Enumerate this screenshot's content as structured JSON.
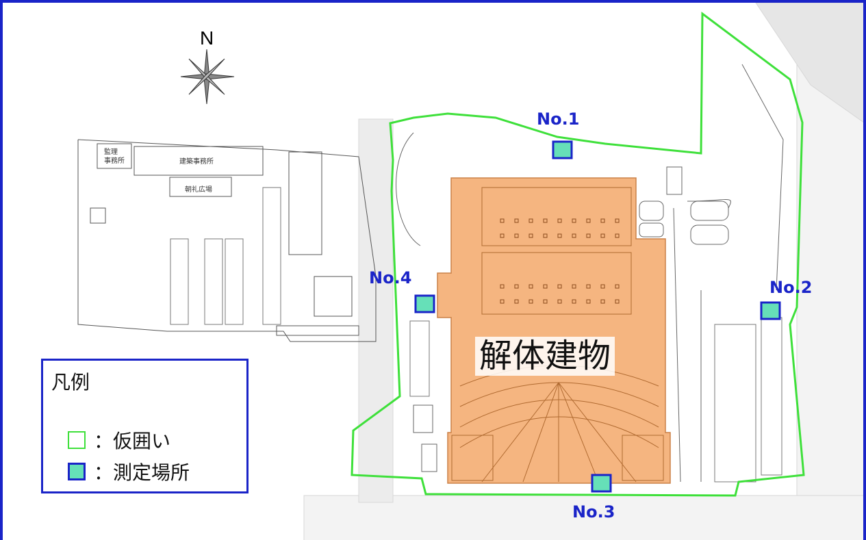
{
  "compass": {
    "label": "N"
  },
  "offices": {
    "kanri": "監理\n事務所",
    "kenchiku": "建築事務所",
    "chorei": "朝礼広場"
  },
  "building": {
    "label": "解体建物"
  },
  "points": [
    {
      "id": "No.1",
      "label": "No.1"
    },
    {
      "id": "No.2",
      "label": "No.2"
    },
    {
      "id": "No.3",
      "label": "No.3"
    },
    {
      "id": "No.4",
      "label": "No.4"
    }
  ],
  "legend": {
    "title": "凡例",
    "items": [
      {
        "swatch": "fence",
        "label": "：仮囲い"
      },
      {
        "swatch": "point",
        "label": "：測定場所"
      }
    ]
  },
  "colors": {
    "frame": "#1a24c8",
    "fence": "#3ee03a",
    "point_fill": "#66e0b8",
    "building": "#f5b27a"
  }
}
